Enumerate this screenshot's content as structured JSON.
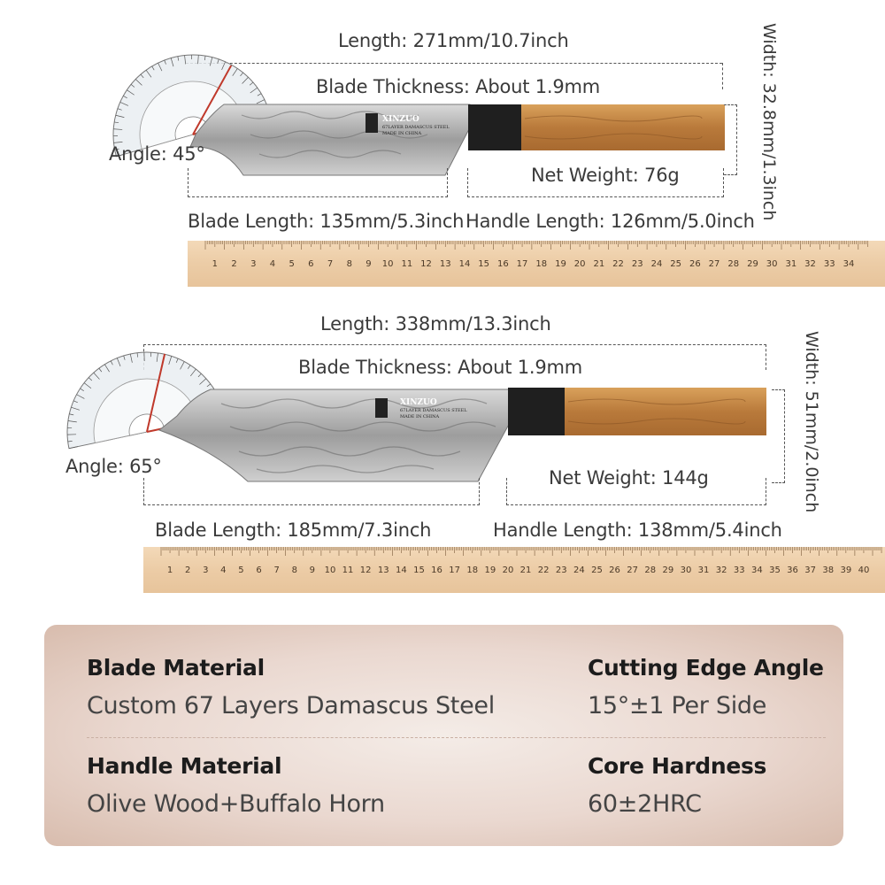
{
  "knife1": {
    "length": "Length: 271mm/10.7inch",
    "thickness": "Blade Thickness: About 1.9mm",
    "width": "Width: 32.8mm/1.3inch",
    "angle": "Angle: 45°",
    "net_weight": "Net Weight: 76g",
    "blade_length": "Blade Length: 135mm/5.3inch",
    "handle_length": "Handle Length: 126mm/5.0inch",
    "brand": "XINZUO",
    "brand_sub": "67LAYER DAMASCUS STEEL",
    "brand_origin": "MADE IN CHINA"
  },
  "knife2": {
    "length": "Length: 338mm/13.3inch",
    "thickness": "Blade Thickness: About 1.9mm",
    "width": "Width: 51mm/2.0inch",
    "angle": "Angle: 65°",
    "net_weight": "Net Weight: 144g",
    "blade_length": "Blade Length: 185mm/7.3inch",
    "handle_length": "Handle Length: 138mm/5.4inch",
    "brand": "XINZUO",
    "brand_sub": "67LAYER DAMASCUS STEEL",
    "brand_origin": "MADE IN CHINA"
  },
  "ruler1": {
    "start": 1,
    "end": 34
  },
  "ruler2": {
    "start": 1,
    "end": 40
  },
  "specs": {
    "blade_material_title": "Blade Material",
    "blade_material_value": "Custom 67 Layers Damascus Steel",
    "edge_angle_title": "Cutting Edge Angle",
    "edge_angle_value": "15°±1 Per Side",
    "handle_material_title": "Handle Material",
    "handle_material_value": "Olive Wood+Buffalo Horn",
    "hardness_title": "Core Hardness",
    "hardness_value": "60±2HRC"
  },
  "colors": {
    "wood": "#c98a45",
    "horn": "#1f1f1f",
    "steel": "#b9b9b9",
    "protractor_red": "#c0392b",
    "ruler": "#ecc9a2"
  },
  "icons": [
    "protractor-icon",
    "knife-image",
    "ruler-image"
  ]
}
